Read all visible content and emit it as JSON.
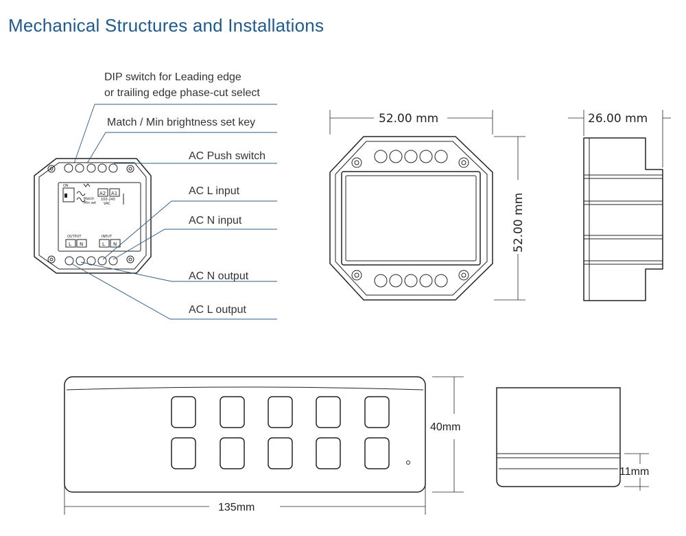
{
  "title": "Mechanical Structures and Installations",
  "callouts": {
    "dip_line1": "DIP switch for Leading edge",
    "dip_line2": "or trailing edge phase-cut select",
    "match": "Match / Min brightness set key",
    "push": "AC Push switch",
    "l_input": "AC L input",
    "n_input": "AC N input",
    "n_output": "AC N output",
    "l_output": "AC L output"
  },
  "device_labels": {
    "a2": "A2",
    "a1": "A1",
    "voltage": "100-240",
    "vac": "VAC",
    "match": "Match",
    "minset": "Min set",
    "output": "OUTPUT",
    "input": "INPUT",
    "l": "L",
    "n": "N",
    "on": "ON"
  },
  "dimensions": {
    "front_width": "52.00 mm",
    "front_height": "52.00 mm",
    "side_depth": "26.00 mm",
    "remote_width": "135mm",
    "remote_height": "40mm",
    "remote_thickness": "11mm"
  },
  "colors": {
    "title": "#1f5a8c",
    "leader": "#2c5a86",
    "outline": "#222222"
  }
}
